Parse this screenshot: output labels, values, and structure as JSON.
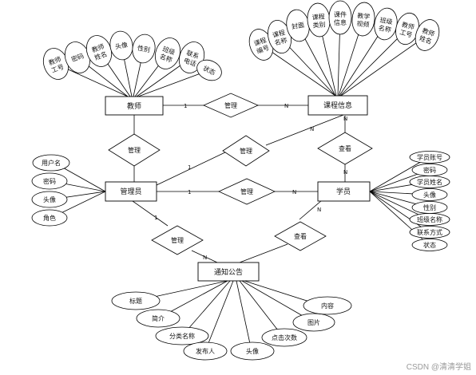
{
  "diagram": {
    "entities": {
      "teacher": "教师",
      "course": "课程信息",
      "admin": "管理员",
      "student": "学员",
      "notice": "通知公告"
    },
    "relations": {
      "teacher_course": "管理",
      "teacher_admin": "管理",
      "admin_course": "管理",
      "course_student": "查看",
      "admin_student": "管理",
      "admin_notice": "管理",
      "student_notice": "查看"
    },
    "cardinality": {
      "one": "1",
      "many": "N"
    },
    "attributes": {
      "teacher": [
        [
          "教师",
          "工号"
        ],
        [
          "密码"
        ],
        [
          "教师",
          "姓名"
        ],
        [
          "头像"
        ],
        [
          "性别"
        ],
        [
          "班级",
          "名称"
        ],
        [
          "联系",
          "电话"
        ],
        [
          "状态"
        ]
      ],
      "course": [
        [
          "课程",
          "编号"
        ],
        [
          "课程",
          "名称"
        ],
        [
          "封面"
        ],
        [
          "课程",
          "类别"
        ],
        [
          "课件",
          "信息"
        ],
        [
          "教学",
          "视频"
        ],
        [
          "班级",
          "名称"
        ],
        [
          "教师",
          "工号"
        ],
        [
          "教师",
          "姓名"
        ]
      ],
      "admin": [
        "用户名",
        "密码",
        "头像",
        "角色"
      ],
      "student": [
        "学员账号",
        "密码",
        "学员姓名",
        "头像",
        "性别",
        "班级名称",
        "联系方式",
        "状态"
      ],
      "notice": [
        "标题",
        "简介",
        "分类名称",
        "发布人",
        "头像",
        "点击次数",
        "图片",
        "内容"
      ]
    }
  },
  "watermark": "CSDN @清清学姐"
}
